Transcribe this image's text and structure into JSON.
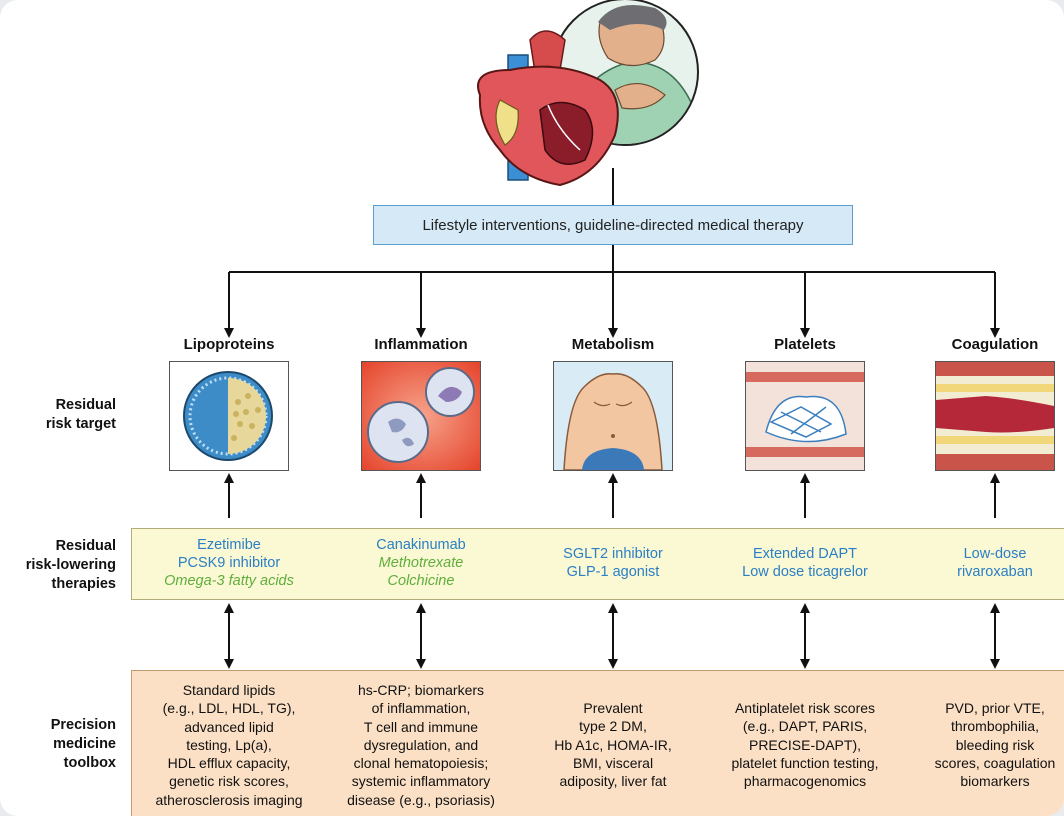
{
  "top_box": "Lifestyle interventions, guideline-directed medical therapy",
  "row_labels": {
    "target": [
      "Residual",
      "risk target"
    ],
    "therapies": [
      "Residual",
      "risk-lowering",
      "therapies"
    ],
    "toolbox": [
      "Precision",
      "medicine",
      "toolbox"
    ]
  },
  "categories": [
    {
      "title": "Lipoproteins",
      "image_icon": "lipoprotein-particle-icon",
      "therapies": [
        {
          "text": "Ezetimibe",
          "color": "blue"
        },
        {
          "text": "PCSK9 inhibitor",
          "color": "blue"
        },
        {
          "text": "Omega-3 fatty acids",
          "color": "green"
        }
      ],
      "toolbox": [
        "Standard lipids",
        "(e.g., LDL, HDL, TG),",
        "advanced lipid",
        "testing, Lp(a),",
        "HDL efflux capacity,",
        "genetic risk scores,",
        "atherosclerosis imaging"
      ]
    },
    {
      "title": "Inflammation",
      "image_icon": "white-blood-cells-icon",
      "therapies": [
        {
          "text": "Canakinumab",
          "color": "blue"
        },
        {
          "text": "Methotrexate",
          "color": "green"
        },
        {
          "text": "Colchicine",
          "color": "green"
        }
      ],
      "toolbox": [
        "hs-CRP; biomarkers",
        "of inflammation,",
        "T cell and immune",
        "dysregulation, and",
        "clonal hematopoiesis;",
        "systemic inflammatory",
        "disease (e.g., psoriasis)"
      ]
    },
    {
      "title": "Metabolism",
      "image_icon": "obese-torso-icon",
      "therapies": [
        {
          "text": "SGLT2 inhibitor",
          "color": "blue"
        },
        {
          "text": "GLP-1 agonist",
          "color": "blue"
        }
      ],
      "toolbox": [
        "Prevalent",
        "type 2 DM,",
        "Hb A1c, HOMA-IR,",
        "BMI, visceral",
        "adiposity, liver fat"
      ]
    },
    {
      "title": "Platelets",
      "image_icon": "platelet-aggregate-icon",
      "therapies": [
        {
          "text": "Extended DAPT",
          "color": "blue"
        },
        {
          "text": "Low dose ticagrelor",
          "color": "blue"
        }
      ],
      "toolbox": [
        "Antiplatelet risk scores",
        "(e.g., DAPT, PARIS,",
        "PRECISE-DAPT),",
        "platelet function testing,",
        "pharmacogenomics"
      ]
    },
    {
      "title": "Coagulation",
      "image_icon": "blood-vessel-clot-icon",
      "therapies": [
        {
          "text": "Low-dose",
          "color": "blue"
        },
        {
          "text": "rivaroxaban",
          "color": "blue"
        }
      ],
      "toolbox": [
        "PVD, prior VTE,",
        "thrombophilia,",
        "bleeding risk",
        "scores, coagulation",
        "biomarkers"
      ]
    }
  ],
  "colors": {
    "therapy_blue": "#2a7fc5",
    "therapy_green": "#5fae3c",
    "top_box_fill": "#d5e9f6",
    "therapy_band_fill": "#fbf8d4",
    "toolbox_band_fill": "#fbe0c6"
  },
  "header_illustration": "heart-and-patient-chest-pain-icon"
}
